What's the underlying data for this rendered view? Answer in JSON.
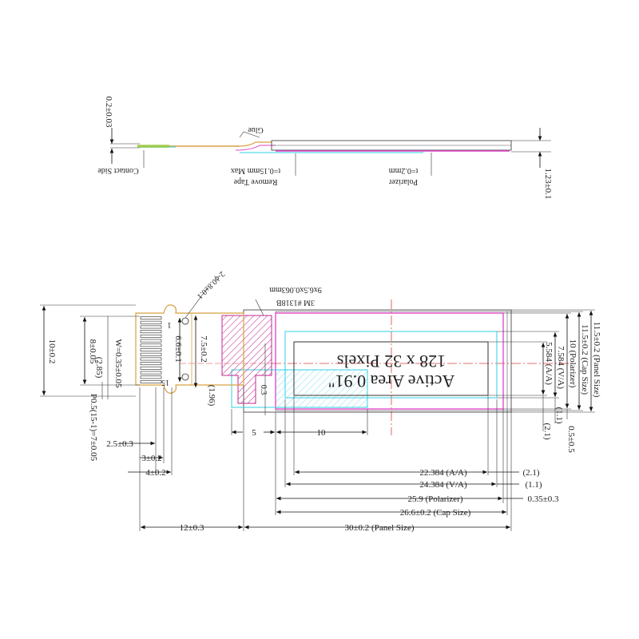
{
  "side_view": {
    "contact_side": "Contact Side",
    "glue": "Glue",
    "remove_tape": "Remove Tape",
    "tape_thickness": "t=0.15mm Max",
    "polarizer": "Polarizer",
    "polarizer_thickness": "t=0.2mm",
    "fpc_thickness": "0.2±0.03",
    "panel_thickness": "1.23±0.1"
  },
  "stiffener": {
    "line1": "3M #1318B",
    "line2": "9x6.5x0.063mm"
  },
  "display": {
    "active_area_title": "Active Area 0.91\"",
    "resolution": "128 x 32 Pixels"
  },
  "fpc": {
    "hole_dim": "2-ϕ0.8±0.1",
    "pin_1": "1",
    "pin_15": "15",
    "total_height": "10±0.2",
    "pin_span": "8±0.05",
    "pin_width": "W=0.35±0.05",
    "offset_ref": "(2.85)",
    "pitch": "P0.5(15-1)=7±0.05",
    "fpc_width": "6.6±0.1",
    "fpc_step": "7.5±0.2",
    "fpc_ref": "(1.96)",
    "fpc_slit": "0.3"
  },
  "dims_bottom": {
    "d_2_5": "2.5±0.3",
    "d_3": "3±0.2",
    "d_4": "4±0.2",
    "d_5": "5",
    "d_10": "10",
    "d_12": "12±0.3",
    "aa": "22.384 (A/A)",
    "va": "24.384 (V/A)",
    "pol": "25.9 (Polarizer)",
    "cap": "26.6±0.2 (Cap Size)",
    "panel": "30±0.2 (Panel Size)",
    "ref_2_1": "(2.1)",
    "ref_1_1": "(1.1)",
    "d_0_35": "0.35±0.3"
  },
  "dims_right": {
    "panel": "11.5±0.2 (Panel Size)",
    "cap": "11.5±0.2 (Cap Size)",
    "pol": "10 (Polarizer)",
    "va": "7.584 (V/A)",
    "aa": "5.584 (A/A)",
    "ref_1_1": "(1.1)",
    "ref_2_1": "(2.1)",
    "d_0_5": "0.5±0.5"
  },
  "colors": {
    "glass": "#9aa0a8",
    "polarizer": "#e040c8",
    "cyan": "#30d0e0",
    "red": "#e04040",
    "fpc": "#d8a040",
    "tape_hatch": "#c02890"
  }
}
